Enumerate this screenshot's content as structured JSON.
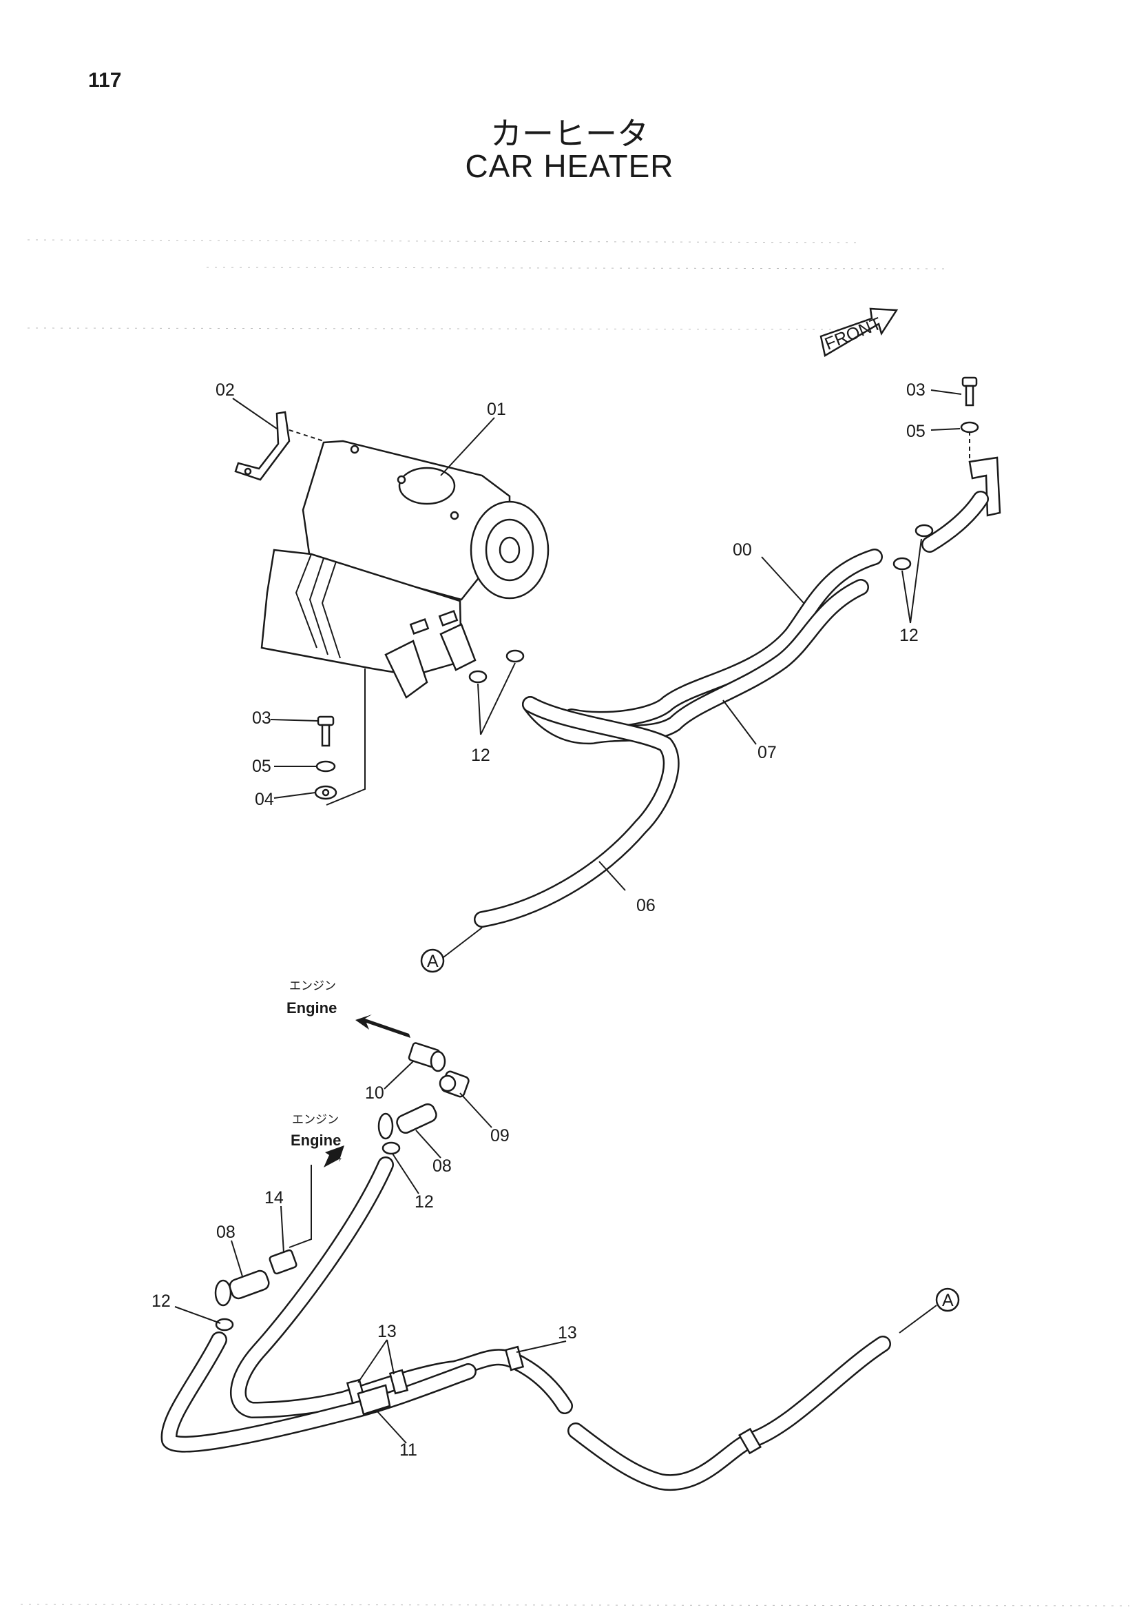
{
  "page_number": "117",
  "title_jp": "カーヒータ",
  "title_en": "CAR HEATER",
  "front_label": "FRONT",
  "engine_label_jp": "エンジン",
  "engine_label_en": "Engine",
  "callout_A": "A",
  "part_labels": {
    "p00": "00",
    "p01": "01",
    "p02": "02",
    "p03": "03",
    "p04": "04",
    "p05": "05",
    "p06": "06",
    "p07": "07",
    "p08": "08",
    "p09": "09",
    "p10": "10",
    "p11": "11",
    "p12": "12",
    "p13": "13",
    "p14": "14"
  }
}
